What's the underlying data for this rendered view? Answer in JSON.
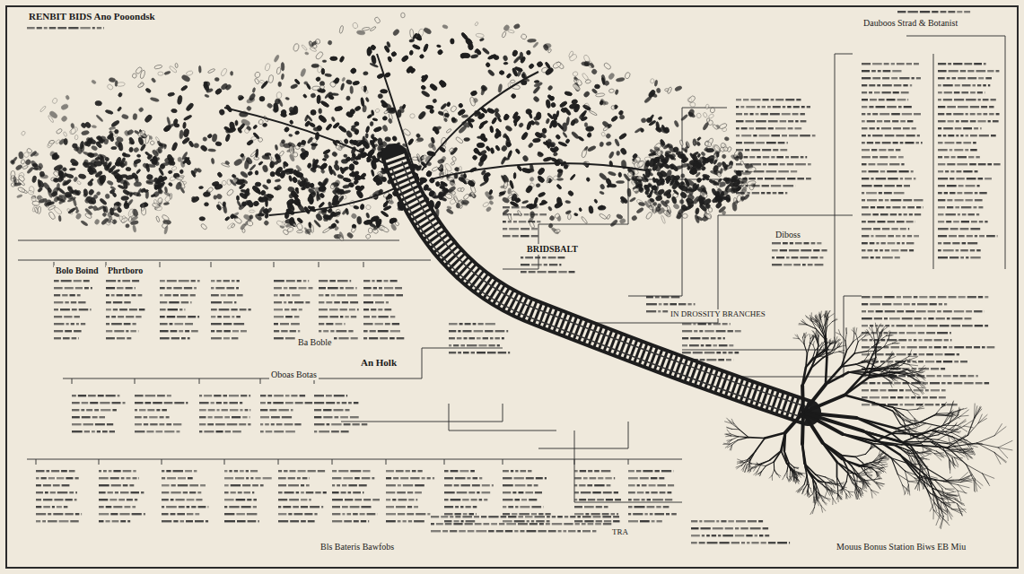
{
  "diagram": {
    "title": "RENBIT BIDS Ano Pooondsk",
    "labels": [
      "Dauboos Strad & Botanist",
      "BRIDSBALT",
      "An Holk",
      "Bolo Boind",
      "Phrtboro",
      "Ba Boble",
      "IN DROSSITY BRANCHES",
      "Diboss",
      "TRA",
      "Mouus Bonus Station Biws EB Miu",
      "Bls Bateris Bawfobs",
      "Oboas Botas"
    ]
  }
}
